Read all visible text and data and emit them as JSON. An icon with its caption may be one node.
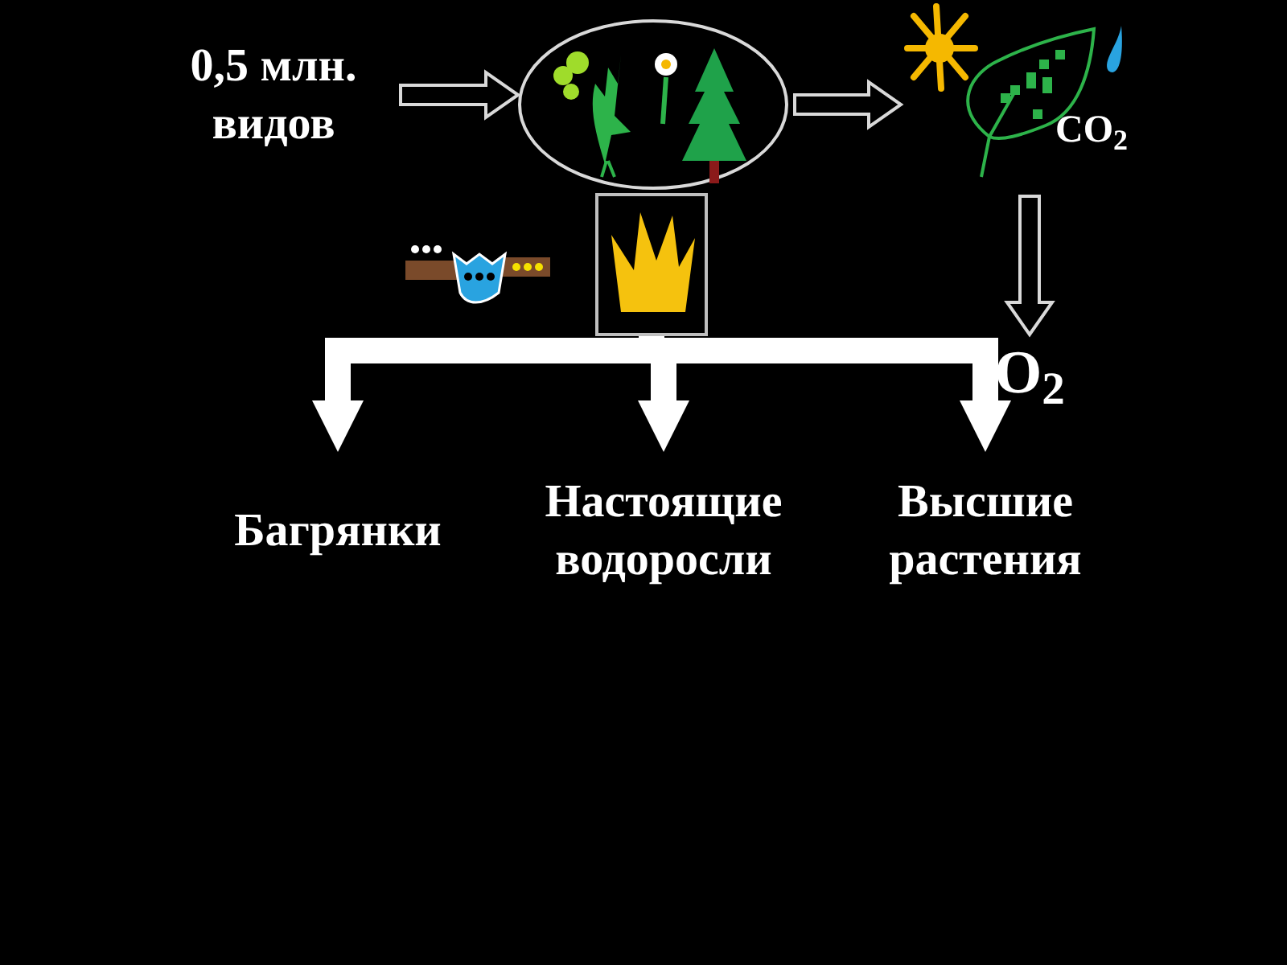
{
  "diagram": {
    "nodes": [
      {
        "text": [
          "0,5 млн. видов"
        ]
      },
      {
        "text": [],
        "shape": "picture"
      },
      {
        "text": [
          "CO$_{2}$"
        ]
      },
      {
        "text": [
          "O$_{2}$"
        ]
      },
      {
        "text": [],
        "shape": "box"
      },
      {
        "text": [
          "Багрянки"
        ]
      },
      {
        "text": [
          "Настоящие водоросли"
        ]
      },
      {
        "text": [
          "Высшие растения"
        ]
      }
    ],
    "edges": [
      {
        "from": 0,
        "to": 1,
        "arrow": "to"
      },
      {
        "from": 1,
        "to": 2,
        "arrow": "to"
      },
      {
        "from": 2,
        "to": 3,
        "arrow": "to"
      },
      {
        "from": 4,
        "to": 5,
        "arrow": "to"
      },
      {
        "from": 4,
        "to": 6,
        "arrow": "to"
      },
      {
        "from": 4,
        "to": 7,
        "arrow": "to"
      }
    ]
  }
}
